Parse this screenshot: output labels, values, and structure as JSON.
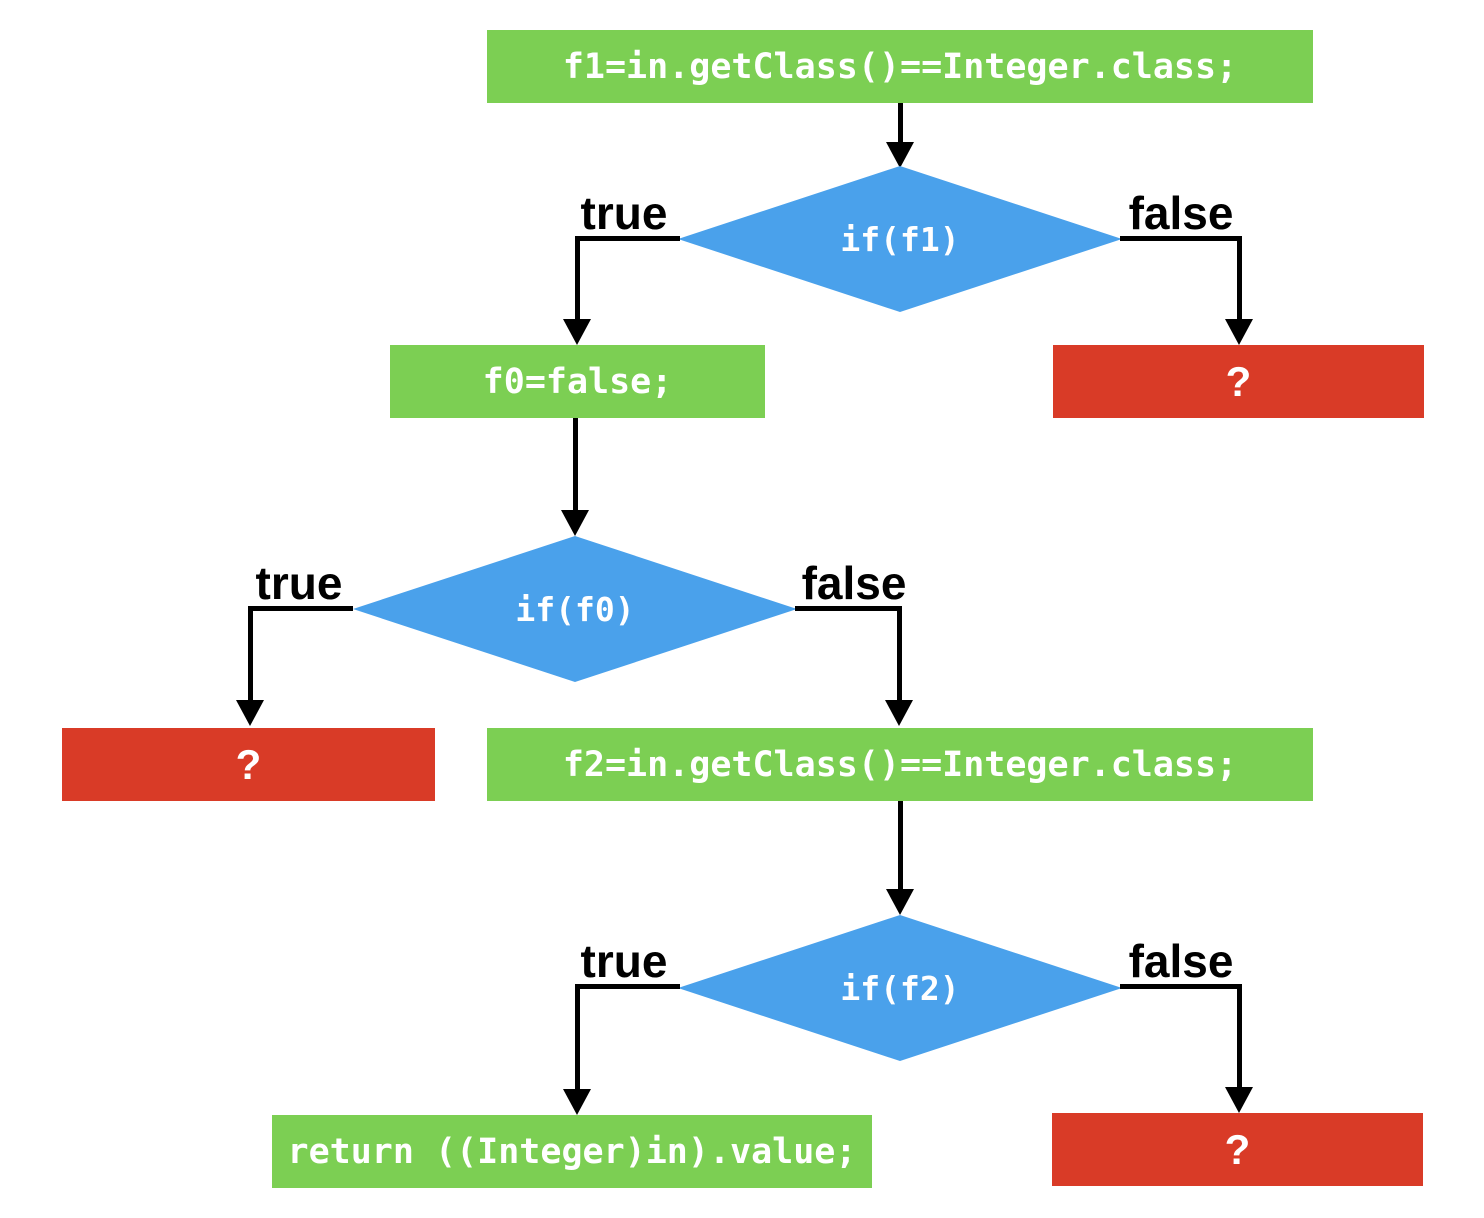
{
  "diagram": {
    "type": "flowchart",
    "colors": {
      "process_green": "#7CCF53",
      "decision_blue": "#4AA1EB",
      "unknown_red": "#D93B27",
      "edge_black": "#000000",
      "node_text_white": "#FFFFFF"
    },
    "nodes": [
      {
        "id": "stmt-f1",
        "kind": "process",
        "label": "f1=in.getClass()==Integer.class;"
      },
      {
        "id": "decision-f1",
        "kind": "decision",
        "label": "if(f1)"
      },
      {
        "id": "stmt-f0",
        "kind": "process",
        "label": "f0=false;"
      },
      {
        "id": "unknown-1",
        "kind": "unknown",
        "label": "?"
      },
      {
        "id": "decision-f0",
        "kind": "decision",
        "label": "if(f0)"
      },
      {
        "id": "unknown-2",
        "kind": "unknown",
        "label": "?"
      },
      {
        "id": "stmt-f2",
        "kind": "process",
        "label": "f2=in.getClass()==Integer.class;"
      },
      {
        "id": "decision-f2",
        "kind": "decision",
        "label": "if(f2)"
      },
      {
        "id": "stmt-return",
        "kind": "process",
        "label": "return ((Integer)in).value;"
      },
      {
        "id": "unknown-3",
        "kind": "unknown",
        "label": "?"
      }
    ],
    "edge_labels": {
      "d1_true": "true",
      "d1_false": "false",
      "d2_true": "true",
      "d2_false": "false",
      "d3_true": "true",
      "d3_false": "false"
    }
  }
}
